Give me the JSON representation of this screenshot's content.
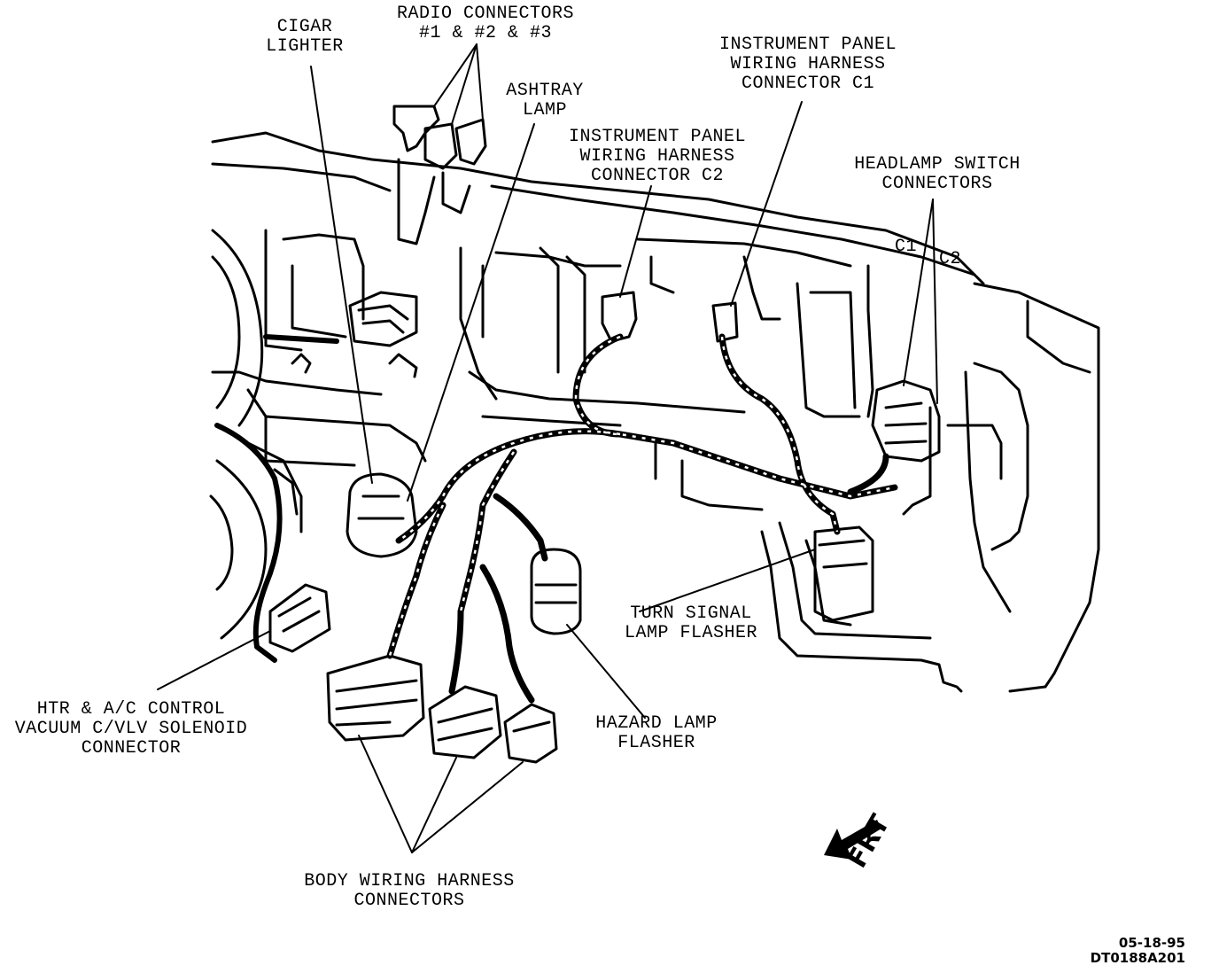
{
  "labels": {
    "cigar_lighter": "CIGAR\nLIGHTER",
    "radio_connectors": "RADIO CONNECTORS\n#1 & #2 & #3",
    "ashtray_lamp": "ASHTRAY\nLAMP",
    "ip_harness_c2": "INSTRUMENT PANEL\nWIRING HARNESS\nCONNECTOR C2",
    "ip_harness_c1": "INSTRUMENT PANEL\nWIRING HARNESS\nCONNECTOR C1",
    "headlamp_switch": "HEADLAMP SWITCH\nCONNECTORS",
    "c1": "C1",
    "c2": "C2",
    "turn_signal": "TURN SIGNAL\nLAMP FLASHER",
    "hazard_lamp": "HAZARD LAMP\nFLASHER",
    "htr_ac": "HTR & A/C CONTROL\nVACUUM C/VLV SOLENOID\nCONNECTOR",
    "body_harness": "BODY WIRING HARNESS\nCONNECTORS",
    "frt": "FRT",
    "date": "05-18-95",
    "drawing_id": "DT0188A201"
  }
}
